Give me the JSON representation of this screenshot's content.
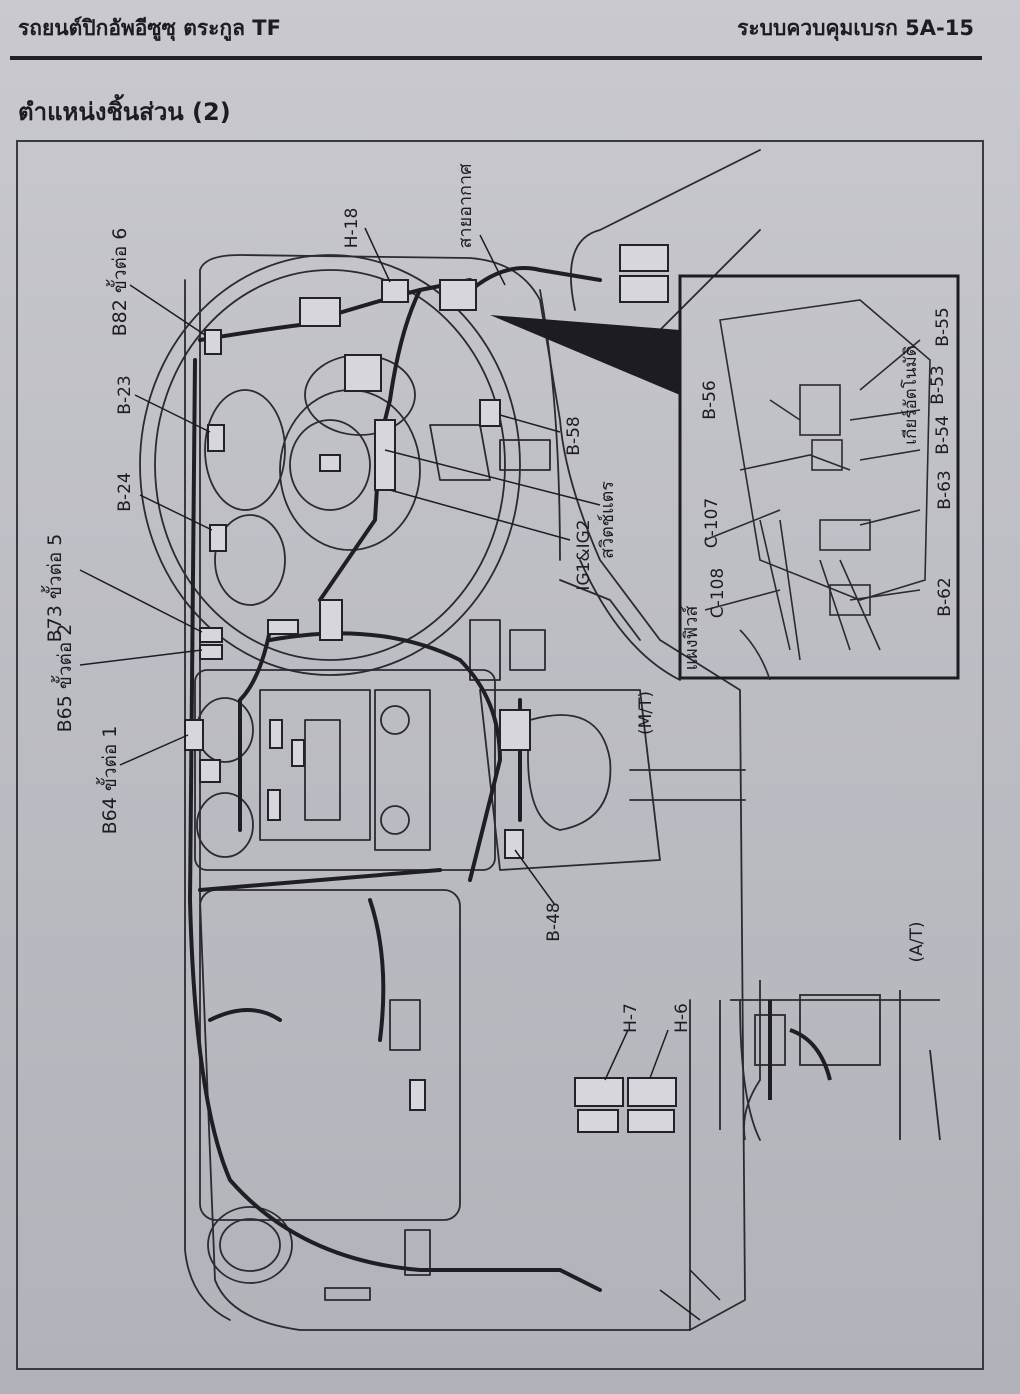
{
  "header": {
    "left_title": "รถยนต์ปิกอัพอีซูซุ ตระกูล TF",
    "right_title": "ระบบควบคุมเบรก 5A-15"
  },
  "section_title": "ตำแหน่งชิ้นส่วน (2)",
  "diagram": {
    "labels": {
      "b82": "B82 ขั้วต่อ 6",
      "b23": "B-23",
      "b24": "B-24",
      "b73": "B73 ขั้วต่อ 5",
      "b65": "B65 ขั้วต่อ 2",
      "b64": "B64 ขั้วต่อ 1",
      "h18": "H-18",
      "ground": "สายอากาศ",
      "b58": "B-58",
      "brake_switch": "สวิตช์แตร",
      "ig": "IG1&IG2",
      "b48": "B-48",
      "mt": "(M/T)",
      "at": "(A/T)",
      "h7": "H-7",
      "h6": "H-6",
      "b56": "B-56",
      "b55": "B-55",
      "b53": "B-53",
      "b54": "B-54",
      "b63": "B-63",
      "b62": "B-62",
      "c107": "C-107",
      "c108": "C-108",
      "fuse_box": "แผงฟิวส์",
      "relay": "เกียร์อัตโนมัติ"
    }
  }
}
